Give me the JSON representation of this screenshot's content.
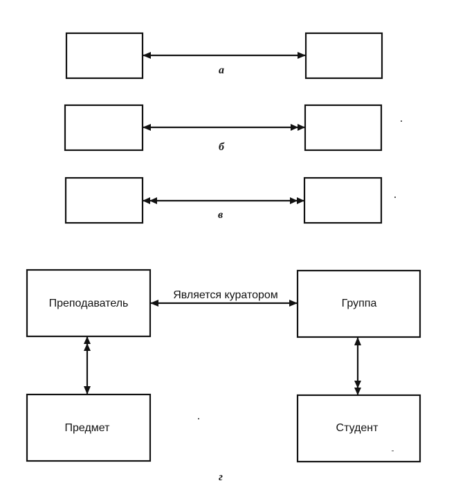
{
  "panels": [
    {
      "caption": "а",
      "relation": "one-to-one"
    },
    {
      "caption": "б",
      "relation": "one-to-many"
    },
    {
      "caption": "в",
      "relation": "many-to-many"
    }
  ],
  "example": {
    "caption": "г",
    "entities": {
      "teacher": "Преподаватель",
      "group": "Группа",
      "subject": "Предмет",
      "student": "Студент"
    },
    "relations": {
      "curator": "Является куратором"
    }
  },
  "colors": {
    "line": "#111111",
    "background": "#ffffff"
  }
}
